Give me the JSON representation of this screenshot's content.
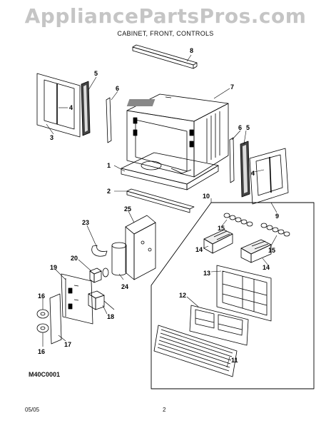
{
  "header": {
    "watermark": "AppliancePartsPros.com",
    "subtitle": "CABINET, FRONT, CONTROLS"
  },
  "diagram_code": "M40C0001",
  "footer": {
    "date": "05/05",
    "page": "2"
  },
  "callouts": {
    "c1": "1",
    "c2": "2",
    "c3": "3",
    "c4a": "4",
    "c4b": "4",
    "c5a": "5",
    "c5b": "5",
    "c6a": "6",
    "c6b": "6",
    "c7": "7",
    "c8": "8",
    "c9": "9",
    "c10": "10",
    "c11": "11",
    "c12": "12",
    "c13": "13",
    "c14a": "14",
    "c14b": "14",
    "c15a": "15",
    "c15b": "15",
    "c16a": "16",
    "c16b": "16",
    "c17": "17",
    "c18": "18",
    "c19": "19",
    "c20": "20",
    "c23": "23",
    "c24": "24",
    "c25": "25"
  }
}
